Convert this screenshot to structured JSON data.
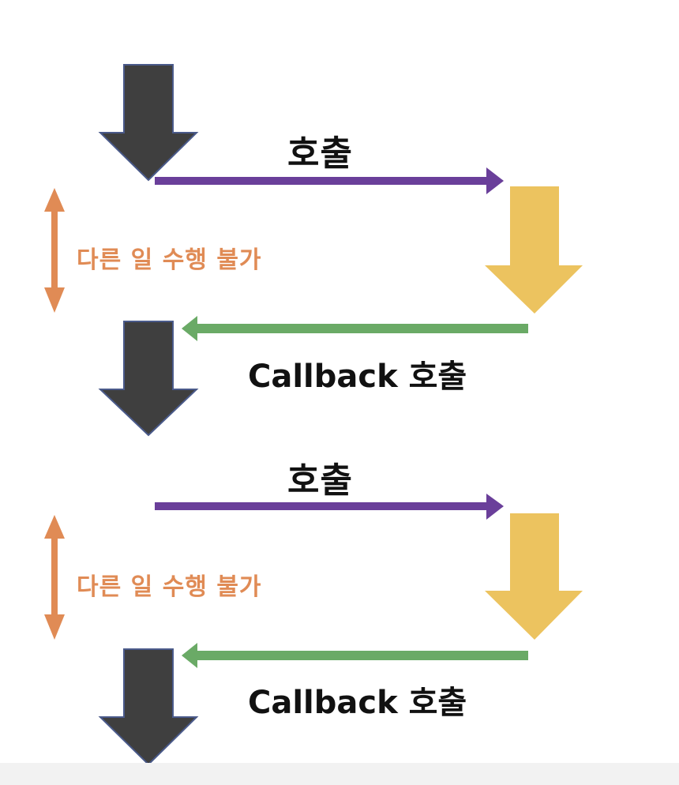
{
  "colors": {
    "caller_arrow": "#3f3f3f",
    "caller_arrow_outline": "#4a5a8a",
    "callee_arrow": "#ecc35f",
    "call_arrow": "#6a3f9a",
    "callback_arrow": "#6aaa66",
    "blocked_indicator": "#e08b55",
    "text": "#111111"
  },
  "cycles": [
    {
      "call_label": "호출",
      "callback_label": "Callback 호출",
      "blocked_label": "다른 일 수행 불가"
    },
    {
      "call_label": "호출",
      "callback_label": "Callback 호출",
      "blocked_label": "다른 일 수행 불가"
    }
  ]
}
